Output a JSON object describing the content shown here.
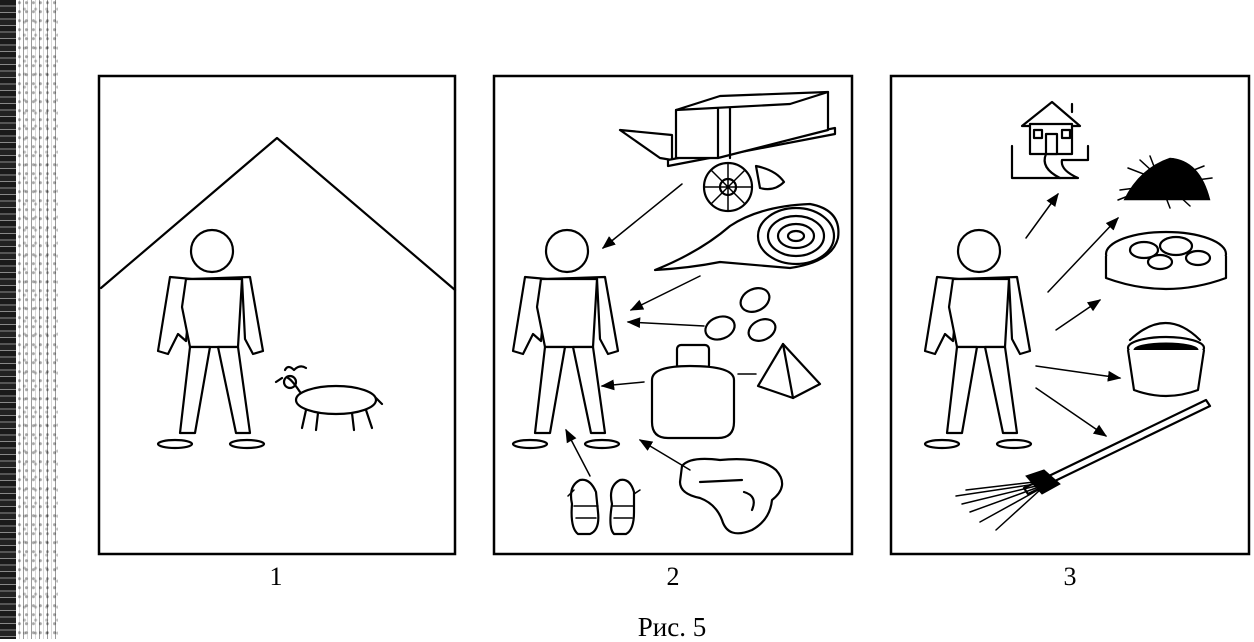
{
  "caption": "Рис. 5",
  "panels": [
    {
      "number": "1",
      "icons": [
        "house-roof-outline",
        "human-figure",
        "goat-icon"
      ]
    },
    {
      "number": "2",
      "icons": [
        "human-figure",
        "cart-with-boxes-icon",
        "rolled-fat-icon",
        "eggs-icon",
        "jar-icon",
        "sugar-pyramid-icon",
        "mittens-icon",
        "wool-fleece-icon"
      ]
    },
    {
      "number": "3",
      "icons": [
        "human-figure",
        "house-icon",
        "straw-pile-icon",
        "bowl-icon",
        "bucket-icon",
        "broom-icon"
      ]
    }
  ]
}
